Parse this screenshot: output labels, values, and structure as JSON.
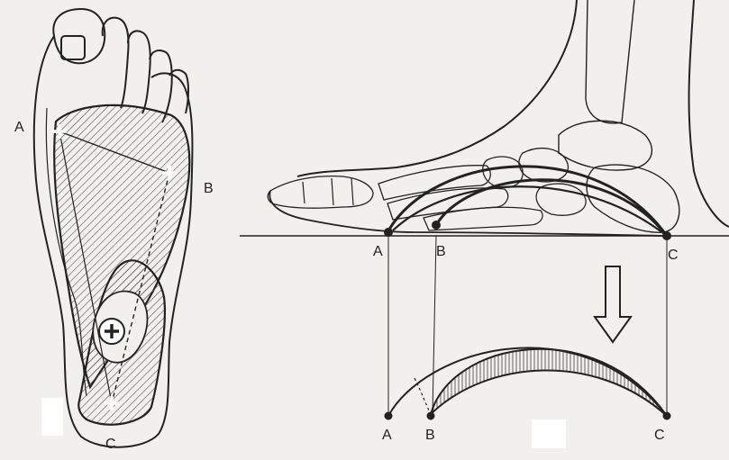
{
  "labels": {
    "sole_a": "A",
    "sole_b": "B",
    "sole_c": "C",
    "side_a": "A",
    "side_b": "B",
    "side_c": "C",
    "arch_a": "A",
    "arch_b": "B",
    "arch_c": "C"
  },
  "colors": {
    "ink": "#222222",
    "paper": "#f1f0ec",
    "hatch": "#555555"
  }
}
